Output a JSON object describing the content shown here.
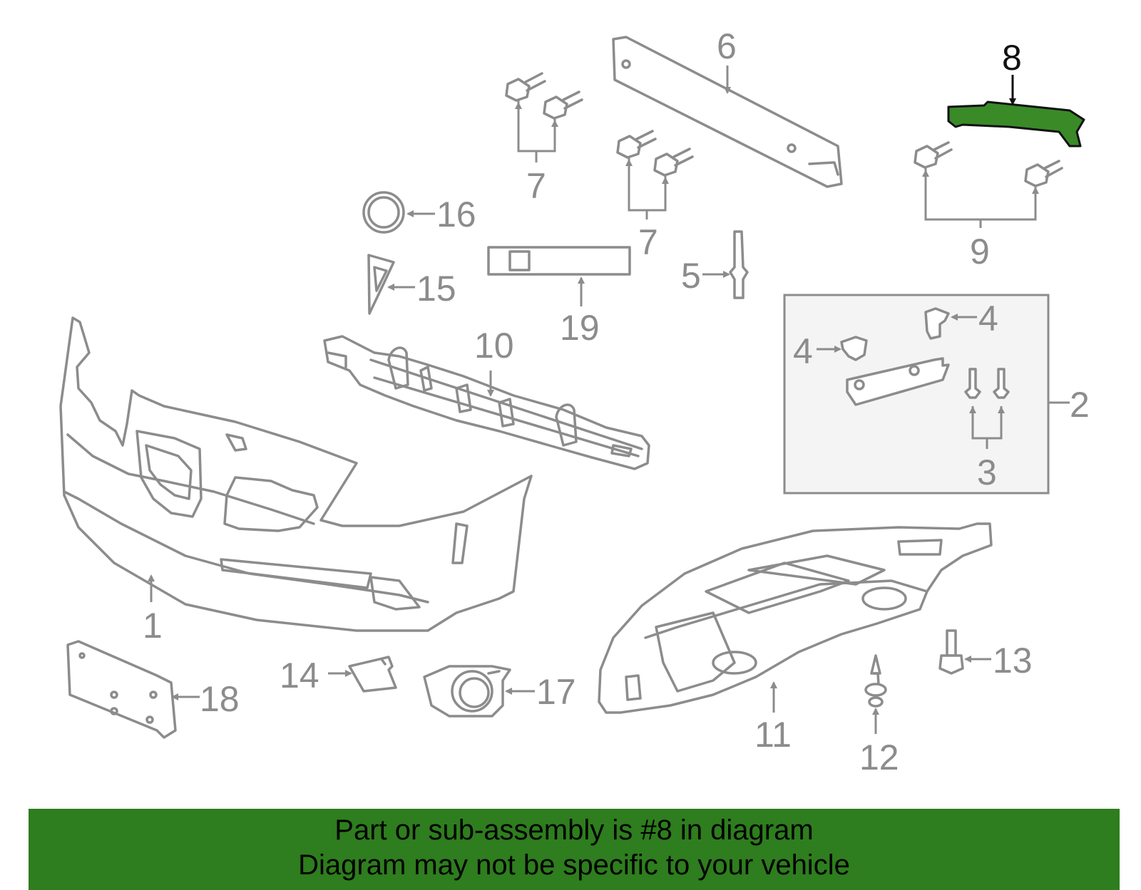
{
  "diagram": {
    "highlight_color": "#2e7d1e",
    "line_color": "#8c8c8c",
    "callouts": {
      "c1": "1",
      "c2": "2",
      "c3": "3",
      "c4a": "4",
      "c4b": "4",
      "c5": "5",
      "c6": "6",
      "c7a": "7",
      "c7b": "7",
      "c8": "8",
      "c9": "9",
      "c10": "10",
      "c11": "11",
      "c12": "12",
      "c13": "13",
      "c14": "14",
      "c15": "15",
      "c16": "16",
      "c17": "17",
      "c18": "18",
      "c19": "19"
    }
  },
  "banner": {
    "line1": "Part or sub-assembly is #8 in diagram",
    "line2": "Diagram may not be specific to your vehicle",
    "background": "#2e7d1e"
  }
}
